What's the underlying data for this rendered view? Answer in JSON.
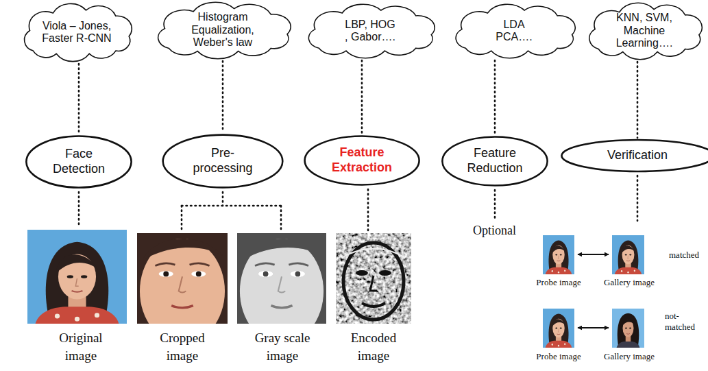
{
  "diagram": {
    "nodes": [
      {
        "text": [
          "Viola – Jones, Faster R-CNN"
        ]
      },
      {
        "text": [
          "Histogram Equalization, Weber's law"
        ]
      },
      {
        "text": [
          "LBP, HOG , Gabor…."
        ]
      },
      {
        "text": [
          "LDA PCA…."
        ]
      },
      {
        "text": [
          "KNN, SVM, Machine Learning…."
        ]
      },
      {
        "text": [
          "Face Detection"
        ]
      },
      {
        "text": [
          "Pre- processing"
        ]
      },
      {
        "text": [
          "Feature Extraction"
        ]
      },
      {
        "text": [
          "Feature Reduction"
        ]
      },
      {
        "text": [
          "Verification"
        ]
      }
    ],
    "edges": [
      {
        "from": 0,
        "to": 5,
        "arrow": "none"
      },
      {
        "from": 1,
        "to": 6,
        "arrow": "none"
      },
      {
        "from": 2,
        "to": 7,
        "arrow": "none"
      },
      {
        "from": 3,
        "to": 8,
        "arrow": "none"
      },
      {
        "from": 4,
        "to": 9,
        "arrow": "none"
      }
    ],
    "labels": [
      "Original image",
      "Cropped image",
      "Gray scale image",
      "Encoded image",
      "Optional",
      "Probe image",
      "Gallery image",
      "matched",
      "Probe image",
      "Gallery image",
      "not-matched"
    ]
  }
}
